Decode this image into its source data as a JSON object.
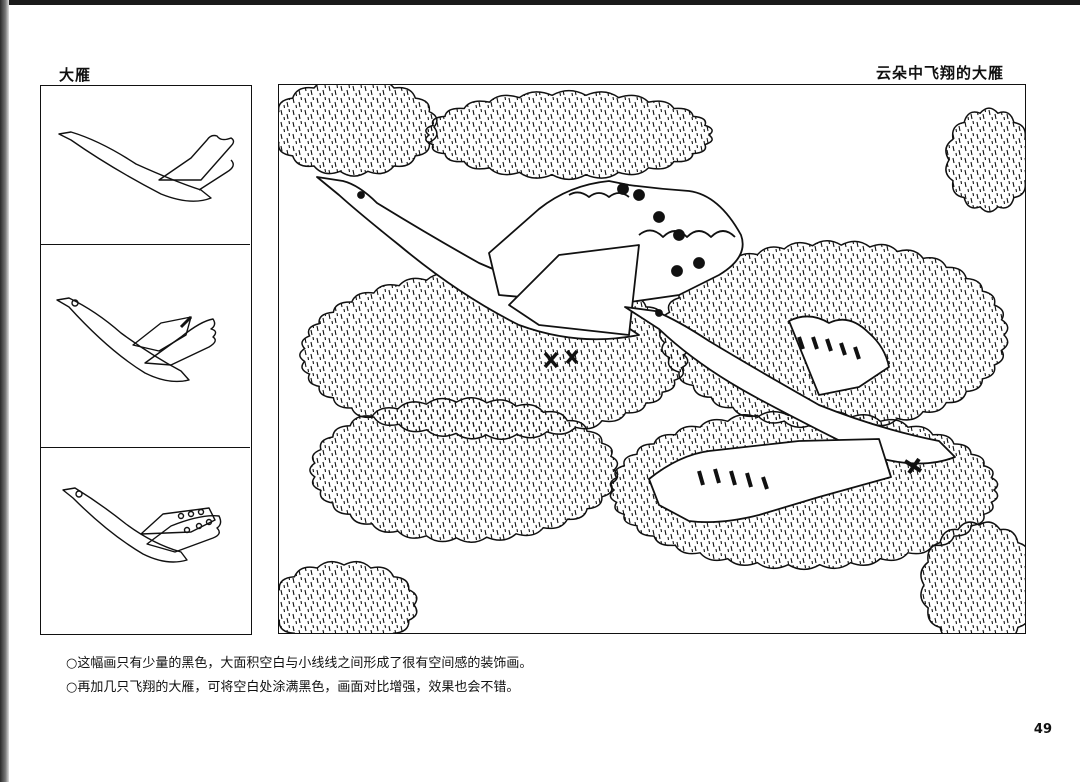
{
  "left_title": "大雁",
  "right_title": "云朵中飞翔的大雁",
  "captions": [
    "○这幅画只有少量的黑色，大面积空白与小线线之间形成了很有空间感的装饰画。",
    "○再加几只飞翔的大雁，可将空白处涂满黑色，画面对比增强，效果也会不错。"
  ],
  "page_number": "49",
  "illustration": {
    "steps": [
      "step-1-outline",
      "step-2-wings",
      "step-3-details"
    ],
    "clouds": 9,
    "geese": 2
  }
}
